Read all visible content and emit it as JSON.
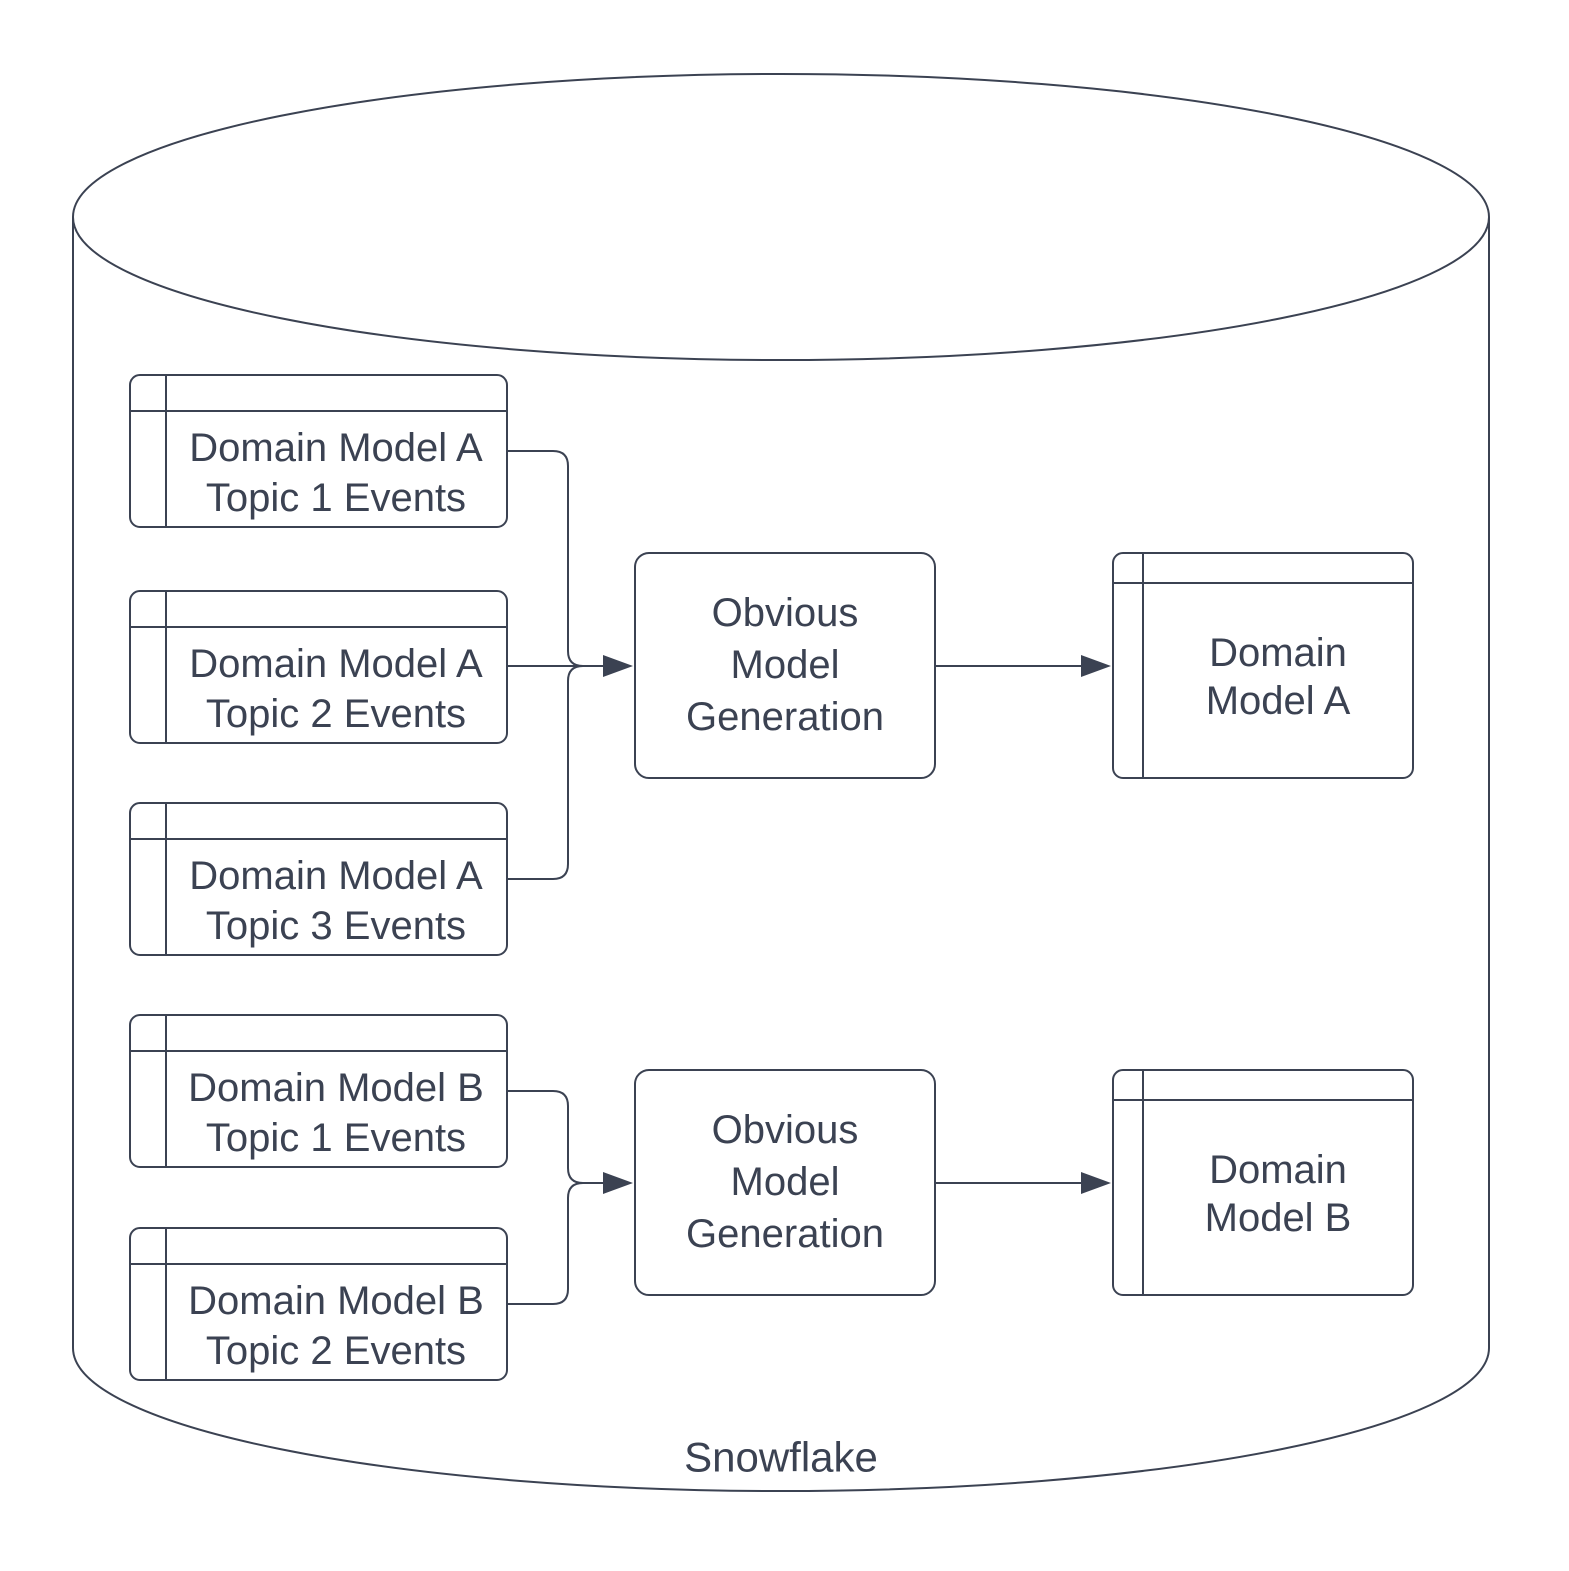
{
  "diagram": {
    "container_label": "Snowflake",
    "colors": {
      "stroke": "#3b4252",
      "text": "#3b4252",
      "background": "#ffffff"
    },
    "groups": [
      {
        "sources": [
          {
            "line1": "Domain Model A",
            "line2": "Topic 1 Events"
          },
          {
            "line1": "Domain Model A",
            "line2": "Topic 2 Events"
          },
          {
            "line1": "Domain Model A",
            "line2": "Topic 3 Events"
          }
        ],
        "process": {
          "line1": "Obvious",
          "line2": "Model",
          "line3": "Generation"
        },
        "output": {
          "line1": "Domain",
          "line2": "Model A"
        }
      },
      {
        "sources": [
          {
            "line1": "Domain Model B",
            "line2": "Topic 1 Events"
          },
          {
            "line1": "Domain Model B",
            "line2": "Topic 2 Events"
          }
        ],
        "process": {
          "line1": "Obvious",
          "line2": "Model",
          "line3": "Generation"
        },
        "output": {
          "line1": "Domain",
          "line2": "Model B"
        }
      }
    ]
  }
}
